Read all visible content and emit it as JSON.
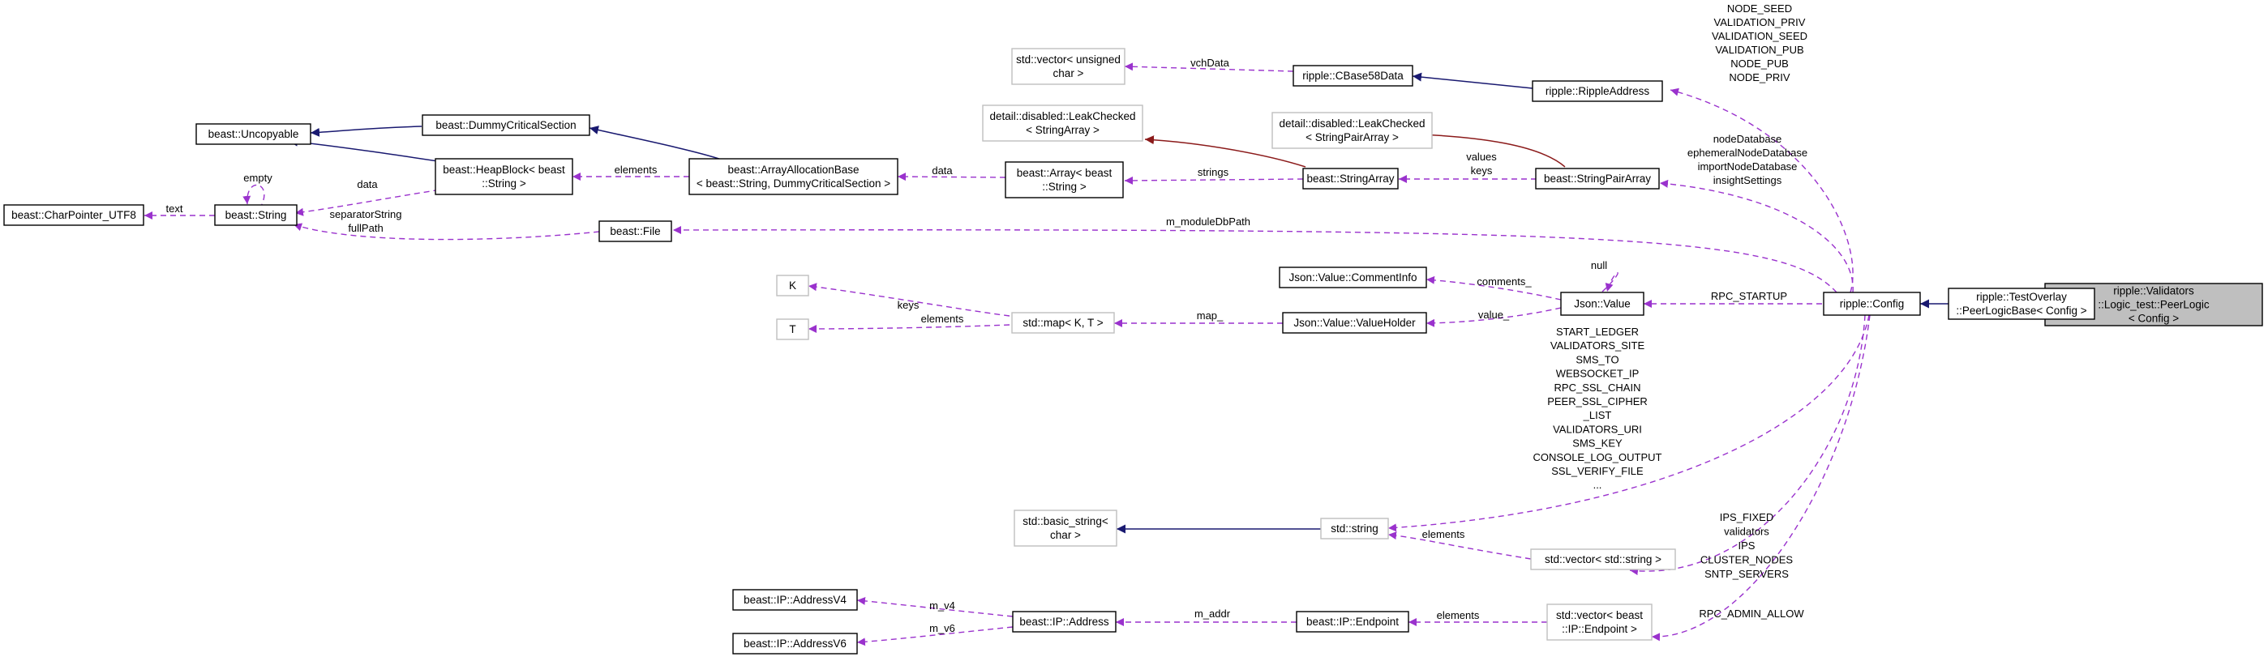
{
  "nodes": {
    "peerlogic": {
      "lines": [
        "ripple::Validators",
        "::Logic_test::PeerLogic",
        "< Config >"
      ],
      "external": false,
      "focus": true
    },
    "testoverlay": {
      "lines": [
        "ripple::TestOverlay",
        "::PeerLogicBase< Config >"
      ],
      "external": false
    },
    "config": {
      "lines": [
        "ripple::Config"
      ],
      "external": false
    },
    "rippleaddress": {
      "lines": [
        "ripple::RippleAddress"
      ],
      "external": false
    },
    "cbase58": {
      "lines": [
        "ripple::CBase58Data"
      ],
      "external": false
    },
    "vecuchar": {
      "lines": [
        "std::vector< unsigned",
        "char >"
      ],
      "external": true
    },
    "stringpairarray": {
      "lines": [
        "beast::StringPairArray"
      ],
      "external": false
    },
    "lcstringpair": {
      "lines": [
        "detail::disabled::LeakChecked",
        "< StringPairArray >"
      ],
      "external": true
    },
    "stringarray": {
      "lines": [
        "beast::StringArray"
      ],
      "external": false
    },
    "lcstringarray": {
      "lines": [
        "detail::disabled::LeakChecked",
        "< StringArray >"
      ],
      "external": true
    },
    "arraystring": {
      "lines": [
        "beast::Array< beast",
        "::String >"
      ],
      "external": false
    },
    "arrayalloc": {
      "lines": [
        "beast::ArrayAllocationBase",
        "< beast::String, DummyCriticalSection >"
      ],
      "external": false
    },
    "dummycs": {
      "lines": [
        "beast::DummyCriticalSection"
      ],
      "external": false
    },
    "uncopyable": {
      "lines": [
        "beast::Uncopyable"
      ],
      "external": false
    },
    "heapblock": {
      "lines": [
        "beast::HeapBlock< beast",
        "::String >"
      ],
      "external": false
    },
    "string": {
      "lines": [
        "beast::String"
      ],
      "external": false
    },
    "charptr": {
      "lines": [
        "beast::CharPointer_UTF8"
      ],
      "external": false
    },
    "file": {
      "lines": [
        "beast::File"
      ],
      "external": false
    },
    "jsonvalue": {
      "lines": [
        "Json::Value"
      ],
      "external": false
    },
    "commentinfo": {
      "lines": [
        "Json::Value::CommentInfo"
      ],
      "external": false
    },
    "valueholder": {
      "lines": [
        "Json::Value::ValueHolder"
      ],
      "external": false
    },
    "stdmap": {
      "lines": [
        "std::map< K, T >"
      ],
      "external": true
    },
    "k": {
      "lines": [
        "K"
      ],
      "external": true
    },
    "t": {
      "lines": [
        "T"
      ],
      "external": true
    },
    "stdstring": {
      "lines": [
        "std::string"
      ],
      "external": true
    },
    "basicstring": {
      "lines": [
        "std::basic_string<",
        "char >"
      ],
      "external": true
    },
    "vecstring": {
      "lines": [
        "std::vector< std::string >"
      ],
      "external": true
    },
    "vecendpoint": {
      "lines": [
        "std::vector< beast",
        "::IP::Endpoint >"
      ],
      "external": true
    },
    "endpoint": {
      "lines": [
        "beast::IP::Endpoint"
      ],
      "external": false
    },
    "ipaddress": {
      "lines": [
        "beast::IP::Address"
      ],
      "external": false
    },
    "ipv4": {
      "lines": [
        "beast::IP::AddressV4"
      ],
      "external": false
    },
    "ipv6": {
      "lines": [
        "beast::IP::AddressV6"
      ],
      "external": false
    }
  },
  "labels": {
    "rippleaddress_vars": [
      "NODE_SEED",
      "VALIDATION_PRIV",
      "VALIDATION_SEED",
      "VALIDATION_PUB",
      "NODE_PUB",
      "NODE_PRIV"
    ],
    "vchdata": "vchData",
    "stringpairarray_vars": [
      "nodeDatabase",
      "ephemeralNodeDatabase",
      "importNodeDatabase",
      "insightSettings"
    ],
    "values_keys": [
      "values",
      "keys"
    ],
    "strings": "strings",
    "data_arrayalloc": "data",
    "elements_heapblock": "elements",
    "data_heapblock": "data",
    "empty": "empty",
    "text": "text",
    "string_vars": [
      "separatorString",
      "fullPath"
    ],
    "m_moduledbpath": "m_moduleDbPath",
    "null": "null",
    "comments": "comments_",
    "rpc_startup": "RPC_STARTUP",
    "value": "value_",
    "map": "map_",
    "keys": "keys",
    "elements_t": "elements",
    "stdstring_vars": [
      "START_LEDGER",
      "VALIDATORS_SITE",
      "SMS_TO",
      "WEBSOCKET_IP",
      "RPC_SSL_CHAIN",
      "PEER_SSL_CIPHER",
      "_LIST",
      "VALIDATORS_URI",
      "SMS_KEY",
      "CONSOLE_LOG_OUTPUT",
      "SSL_VERIFY_FILE",
      "..."
    ],
    "elements_vecstring": "elements",
    "vecstring_vars": [
      "IPS_FIXED",
      "validators",
      "IPS",
      "CLUSTER_NODES",
      "SNTP_SERVERS"
    ],
    "rpc_admin_allow": "RPC_ADMIN_ALLOW",
    "elements_endpoint": "elements",
    "m_addr": "m_addr",
    "m_v4": "m_v4",
    "m_v6": "m_v6"
  },
  "colors": {
    "inheritance": "#191970",
    "template": "#8b1a1a",
    "usage": "#9a32cd",
    "external_border": "#bfbfbf",
    "focus_fill": "#bfbfbf"
  }
}
